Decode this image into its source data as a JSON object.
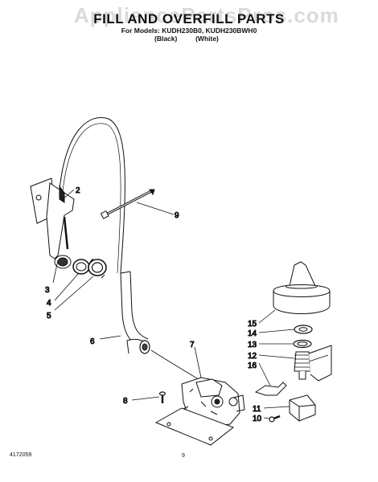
{
  "watermark": "AppliancePartsPros.com",
  "title": "FILL AND OVERFILL PARTS",
  "subtitle": "For Models: KUDH230B0, KUDH230BWH0",
  "model_colors": [
    "(Black)",
    "(White)"
  ],
  "doc_number": "4172059",
  "page_number": "9",
  "callouts": [
    "2",
    "3",
    "4",
    "5",
    "6",
    "7",
    "8",
    "9",
    "10",
    "11",
    "12",
    "13",
    "14",
    "15",
    "16"
  ]
}
